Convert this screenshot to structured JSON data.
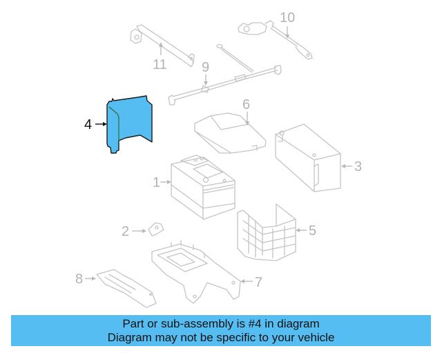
{
  "diagram": {
    "highlight_color": "#55bdf2",
    "line_color": "#c4c4c4",
    "highlighted_part": "4",
    "parts": [
      {
        "id": "1",
        "label": "1",
        "description": "battery"
      },
      {
        "id": "2",
        "label": "2",
        "description": "clamp"
      },
      {
        "id": "3",
        "label": "3",
        "description": "battery cover box"
      },
      {
        "id": "4",
        "label": "4",
        "description": "insulator / heat shield (highlighted)"
      },
      {
        "id": "5",
        "label": "5",
        "description": "battery insulator sleeve"
      },
      {
        "id": "6",
        "label": "6",
        "description": "battery top cover"
      },
      {
        "id": "7",
        "label": "7",
        "description": "battery tray"
      },
      {
        "id": "8",
        "label": "8",
        "description": "tray support"
      },
      {
        "id": "9",
        "label": "9",
        "description": "negative cable"
      },
      {
        "id": "10",
        "label": "10",
        "description": "positive cable"
      },
      {
        "id": "11",
        "label": "11",
        "description": "hold-down bracket"
      }
    ]
  },
  "banner": {
    "line1": "Part or sub-assembly is #4 in diagram",
    "line2": "Diagram may not be specific to your vehicle",
    "background": "#55bdf2"
  }
}
